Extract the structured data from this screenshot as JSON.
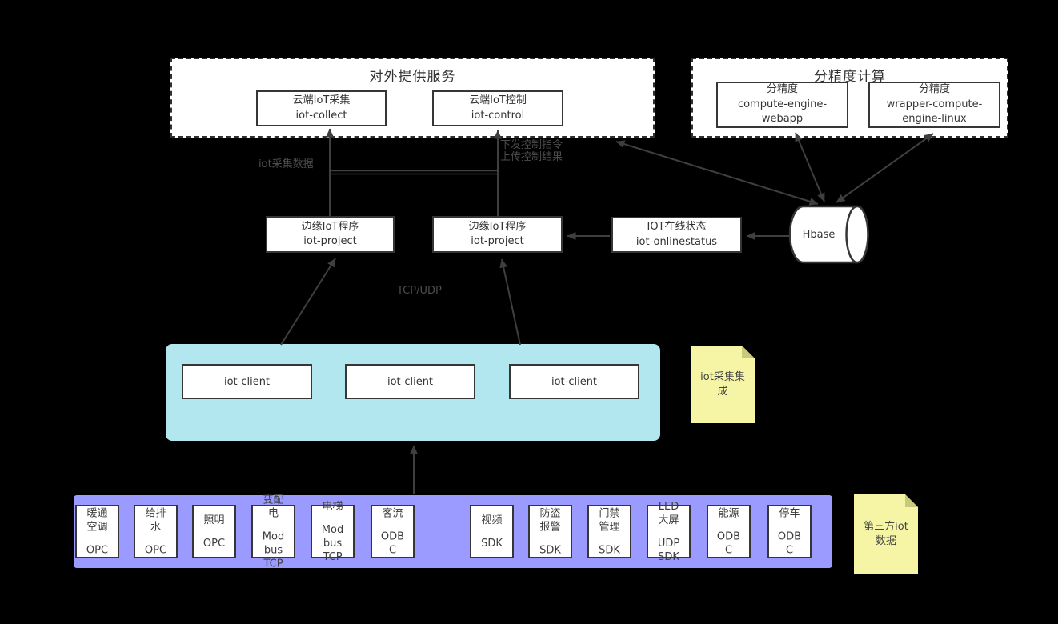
{
  "diagram": {
    "services_group": {
      "title": "对外提供服务",
      "collect": "云端IoT采集\niot-collect",
      "control": "云端IoT控制\niot-control"
    },
    "precision_group": {
      "title": "分精度计算",
      "webapp": "分精度\ncompute-engine-\nwebapp",
      "wrapper": "分精度\nwrapper-compute-\nengine-linux"
    },
    "edge_left": "边缘IoT程序\niot-project",
    "edge_right": "边缘IoT程序\niot-project",
    "onlinestatus": "IOT在线状态\niot-onlinestatus",
    "hbase": "Hbase",
    "clients": [
      "iot-client",
      "iot-client",
      "iot-client"
    ],
    "notes": {
      "integration": "iot采集集\n成",
      "thirdparty": "第三方iot\n数据"
    },
    "labels": {
      "collect_flow": "iot采集数据",
      "control_flow": "下发控制指令\n上传控制结果",
      "transport": "TCP/UDP"
    },
    "devices": [
      {
        "name": "暖通\n空调",
        "protocol": "OPC"
      },
      {
        "name": "给排\n水",
        "protocol": "OPC"
      },
      {
        "name": "照明",
        "protocol": "OPC"
      },
      {
        "name": "变配\n电",
        "protocol": "Mod\nbus\nTCP"
      },
      {
        "name": "电梯",
        "protocol": "Mod\nbus\nTCP"
      },
      {
        "name": "客流",
        "protocol": "ODB\nC"
      },
      {
        "name": "视频",
        "protocol": "SDK"
      },
      {
        "name": "防盗\n报警",
        "protocol": "SDK"
      },
      {
        "name": "门禁\n管理",
        "protocol": "SDK"
      },
      {
        "name": "LED\n大屏",
        "protocol": "UDP\nSDK"
      },
      {
        "name": "能源",
        "protocol": "ODB\nC"
      },
      {
        "name": "停车",
        "protocol": "ODB\nC"
      }
    ],
    "colors": {
      "background": "#000000",
      "node_fill": "#ffffff",
      "node_border": "#363636",
      "client_container_fill": "#b3e7f0",
      "device_container_fill": "#9a9aff",
      "note_fill": "#f5f5a5",
      "note_fold": "#c9c97c",
      "label_text": "#4d4d4d",
      "arrow": "#3f3f3f",
      "node_text": "#333333"
    }
  }
}
